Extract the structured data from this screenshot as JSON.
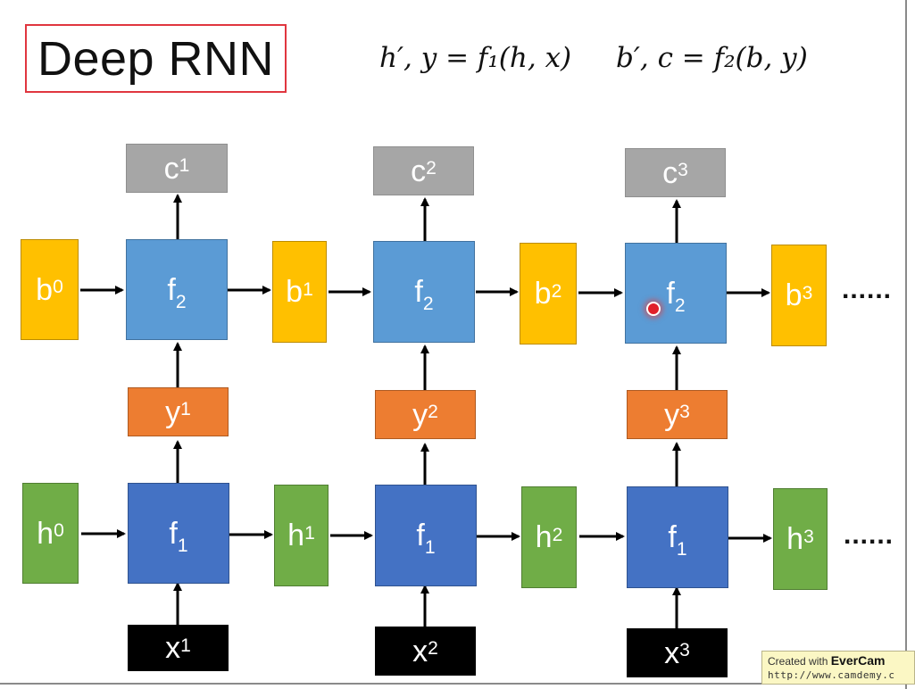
{
  "title": "Deep RNN",
  "formula_1": "h′, y = f₁(h, x)",
  "formula_2": "b′, c = f₂(b, y)",
  "columns": [
    {
      "c": {
        "base": "c",
        "sup": "1"
      },
      "f2": {
        "base": "f",
        "sub": "2"
      },
      "y": {
        "base": "y",
        "sup": "1"
      },
      "f1": {
        "base": "f",
        "sub": "1"
      },
      "x": {
        "base": "x",
        "sup": "1"
      }
    },
    {
      "c": {
        "base": "c",
        "sup": "2"
      },
      "f2": {
        "base": "f",
        "sub": "2"
      },
      "y": {
        "base": "y",
        "sup": "2"
      },
      "f1": {
        "base": "f",
        "sub": "1"
      },
      "x": {
        "base": "x",
        "sup": "2"
      }
    },
    {
      "c": {
        "base": "c",
        "sup": "3"
      },
      "f2": {
        "base": "f",
        "sub": "2"
      },
      "y": {
        "base": "y",
        "sup": "3"
      },
      "f1": {
        "base": "f",
        "sub": "1"
      },
      "x": {
        "base": "x",
        "sup": "3"
      }
    }
  ],
  "b_states": [
    {
      "base": "b",
      "sup": "0"
    },
    {
      "base": "b",
      "sup": "1"
    },
    {
      "base": "b",
      "sup": "2"
    },
    {
      "base": "b",
      "sup": "3"
    }
  ],
  "h_states": [
    {
      "base": "h",
      "sup": "0"
    },
    {
      "base": "h",
      "sup": "1"
    },
    {
      "base": "h",
      "sup": "2"
    },
    {
      "base": "h",
      "sup": "3"
    }
  ],
  "ellipsis": "......",
  "watermark": {
    "line1_prefix": "Created with",
    "brand": "EverCam",
    "url": "http://www.camdemy.c"
  },
  "colors": {
    "gray": "#a6a6a6",
    "f2_blue": "#5b9bd5",
    "f1_blue": "#4472c4",
    "yellow": "#ffc000",
    "orange": "#ed7d31",
    "green": "#70ad47",
    "black": "#000000",
    "title_border": "#e0363f"
  }
}
